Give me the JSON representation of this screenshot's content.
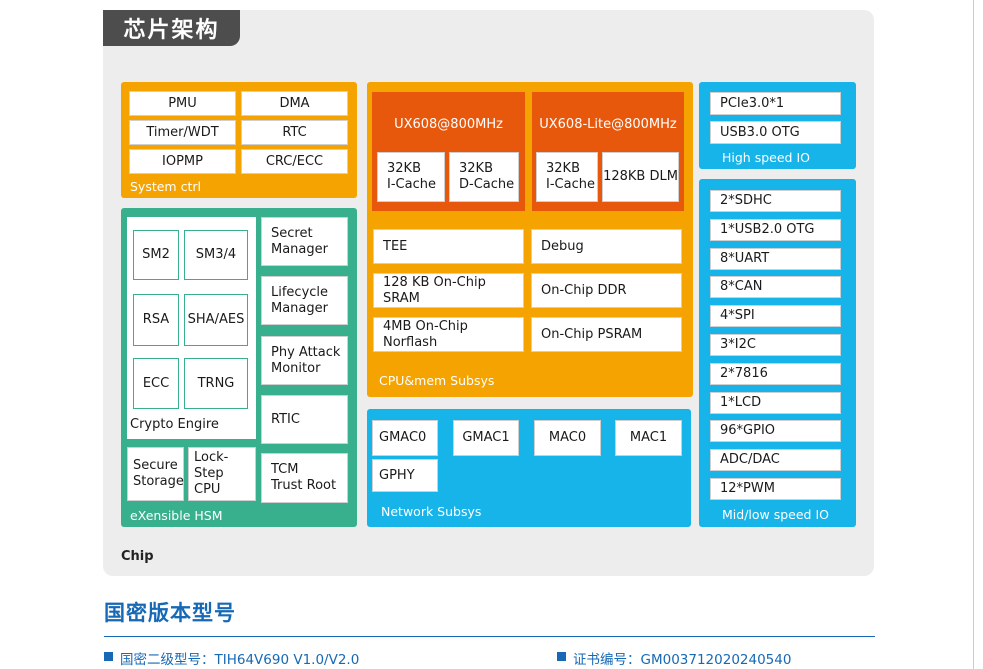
{
  "panel": {
    "title": "芯片架构",
    "chip_label": "Chip"
  },
  "system_ctrl": {
    "label": "System ctrl",
    "items": [
      "PMU",
      "DMA",
      "Timer/WDT",
      "RTC",
      "IOPMP",
      "CRC/ECC"
    ]
  },
  "hsm": {
    "label": "eXensible HSM",
    "crypto_label": "Crypto Engire",
    "crypto_items": [
      "SM2",
      "SM3/4",
      "RSA",
      "SHA/AES",
      "ECC",
      "TRNG"
    ],
    "right_items": [
      "Secret\nManager",
      "Lifecycle\nManager",
      "Phy Attack\nMonitor",
      "RTIC",
      "TCM\nTrust Root"
    ],
    "bottom_items": [
      "Secure\nStorage",
      "Lock-Step\nCPU"
    ]
  },
  "cpu": {
    "label": "CPU&mem Subsys",
    "core1": {
      "title": "UX608@800MHz",
      "items": [
        "32KB\nI-Cache",
        "32KB\nD-Cache"
      ]
    },
    "core2": {
      "title": "UX608-Lite@800MHz",
      "items": [
        "32KB\nI-Cache",
        "128KB DLM"
      ]
    },
    "items": [
      "TEE",
      "Debug",
      "128 KB On-Chip SRAM",
      "On-Chip DDR",
      "4MB On-Chip Norflash",
      "On-Chip PSRAM"
    ]
  },
  "network": {
    "label": "Network Subsys",
    "items": [
      "GMAC0",
      "GMAC1",
      "MAC0",
      "MAC1",
      "GPHY"
    ]
  },
  "high_speed_io": {
    "label": "High speed IO",
    "items": [
      "PCIe3.0*1",
      "USB3.0 OTG"
    ]
  },
  "mid_low_io": {
    "label": "Mid/low speed IO",
    "items": [
      "2*SDHC",
      "1*USB2.0 OTG",
      "8*UART",
      "8*CAN",
      "4*SPI",
      "3*I2C",
      "2*7816",
      "1*LCD",
      "96*GPIO",
      "ADC/DAC",
      "12*PWM"
    ]
  },
  "section": {
    "title": "国密版本型号",
    "items": [
      "国密二级型号：TIH64V690 V1.0/V2.0",
      "证书编号：GM003712020240540"
    ]
  },
  "colors": {
    "orange": "#f5a300",
    "green": "#38b08e",
    "blue": "#17b4ea",
    "cpu_core": "#e8580c",
    "accent_blue": "#1769b5"
  }
}
